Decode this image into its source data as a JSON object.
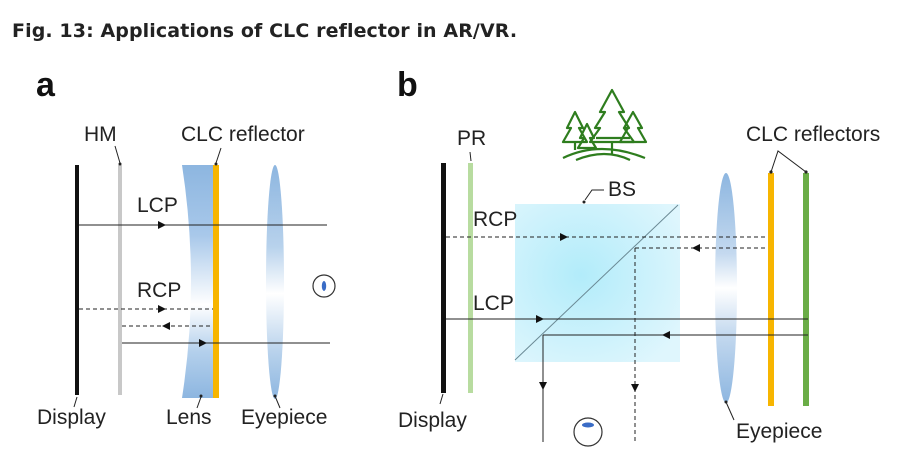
{
  "figure": {
    "title": "Fig. 13: Applications of CLC reflector in AR/VR."
  },
  "panel_a": {
    "label": "a",
    "components": {
      "hm": "HM",
      "clc_reflector": "CLC reflector",
      "display": "Display",
      "lens": "Lens",
      "eyepiece": "Eyepiece"
    },
    "rays": {
      "lcp": "LCP",
      "rcp": "RCP"
    }
  },
  "panel_b": {
    "label": "b",
    "components": {
      "pr": "PR",
      "bs": "BS",
      "clc_reflectors": "CLC reflectors",
      "display": "Display",
      "eyepiece": "Eyepiece"
    },
    "rays": {
      "rcp": "RCP",
      "lcp": "LCP"
    }
  },
  "colors": {
    "display": "#111111",
    "half_mirror": "#c8c8c8",
    "clc_yellow": "#f7b500",
    "clc_green": "#6aad46",
    "polarization_rotator": "#b8dca0",
    "lens_blue": "#8db6e0",
    "beam_splitter": "#bdeefb",
    "trees": "#2e7d1e",
    "pupil": "#3a6cc6"
  }
}
